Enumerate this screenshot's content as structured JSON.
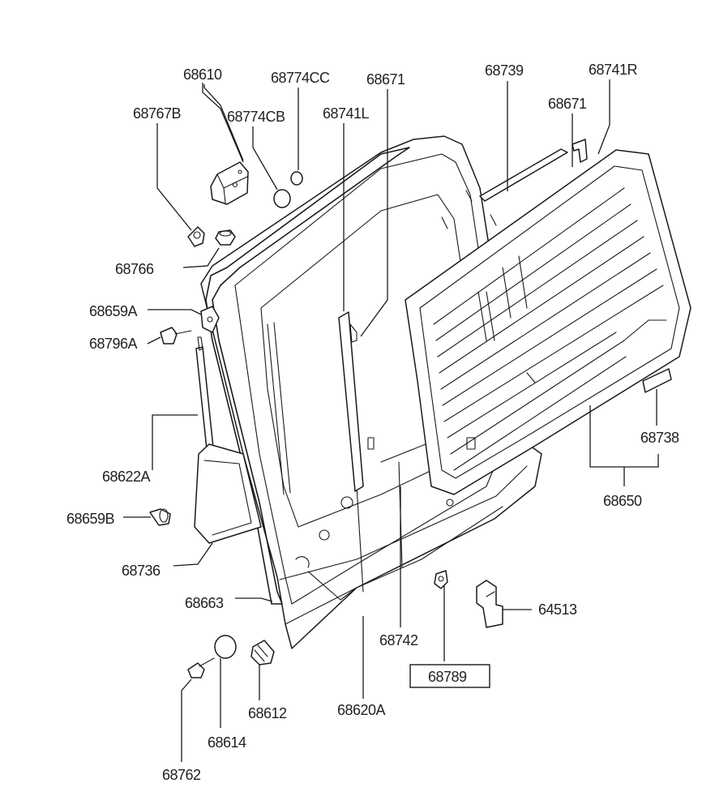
{
  "labels": {
    "p68610": "68610",
    "p68774CC": "68774CC",
    "p68671a": "68671",
    "p68739": "68739",
    "p68741R": "68741R",
    "p68767B": "68767B",
    "p68774CB": "68774CB",
    "p68741L": "68741L",
    "p68671b": "68671",
    "p68766": "68766",
    "p68659A": "68659A",
    "p68796A": "68796A",
    "p68622A": "68622A",
    "p68738": "68738",
    "p68650": "68650",
    "p68659B": "68659B",
    "p68736": "68736",
    "p68663": "68663",
    "p64513": "64513",
    "p68742": "68742",
    "p68789": "68789",
    "p68612": "68612",
    "p68620A": "68620A",
    "p68614": "68614",
    "p68762": "68762"
  }
}
